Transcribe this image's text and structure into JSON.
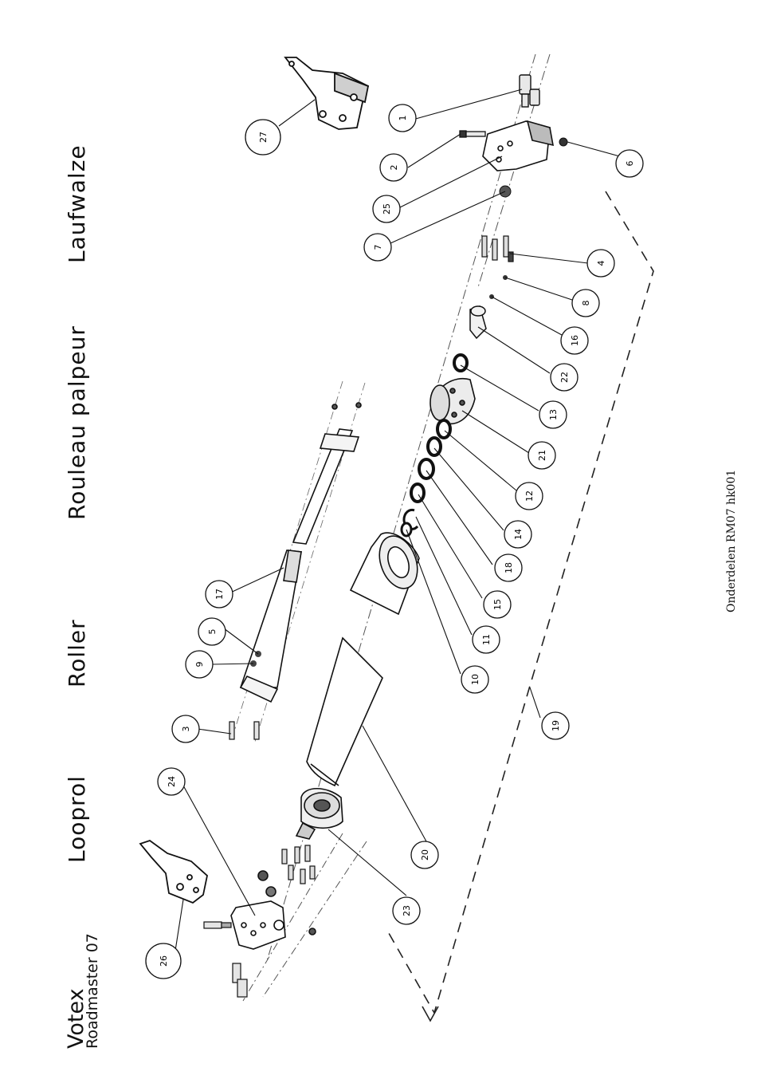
{
  "brand": "Votex",
  "model": "Roadmaster 07",
  "headings": [
    "Looprol",
    "Roller",
    "Rouleau palpeur",
    "Laufwalze"
  ],
  "doc_ref": "Onderdelen RM07 hk001",
  "callouts": [
    {
      "n": "1"
    },
    {
      "n": "2"
    },
    {
      "n": "25"
    },
    {
      "n": "7"
    },
    {
      "n": "6"
    },
    {
      "n": "4"
    },
    {
      "n": "8"
    },
    {
      "n": "16"
    },
    {
      "n": "22"
    },
    {
      "n": "13"
    },
    {
      "n": "21"
    },
    {
      "n": "12"
    },
    {
      "n": "14"
    },
    {
      "n": "18"
    },
    {
      "n": "15"
    },
    {
      "n": "11"
    },
    {
      "n": "10"
    },
    {
      "n": "19"
    },
    {
      "n": "20"
    },
    {
      "n": "23"
    },
    {
      "n": "24"
    },
    {
      "n": "26"
    },
    {
      "n": "27"
    },
    {
      "n": "17"
    },
    {
      "n": "5"
    },
    {
      "n": "9"
    },
    {
      "n": "3"
    }
  ]
}
